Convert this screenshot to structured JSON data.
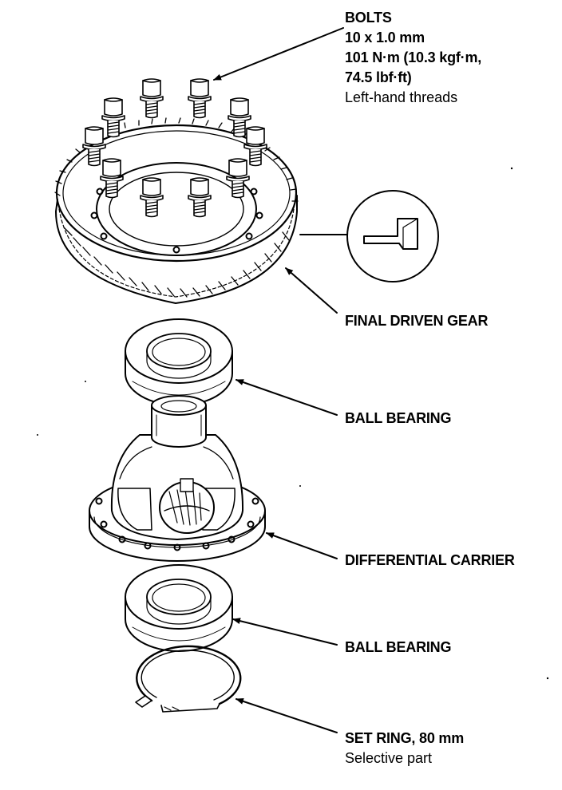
{
  "labels": {
    "bolts": {
      "title": "BOLTS",
      "size": "10 x 1.0 mm",
      "torque_1": "101 N·m (10.3 kgf·m,",
      "torque_2": "74.5 lbf·ft)",
      "note": "Left-hand threads"
    },
    "final_driven_gear": "FINAL DRIVEN GEAR",
    "ball_bearing_upper": "BALL BEARING",
    "differential_carrier": "DIFFERENTIAL CARRIER",
    "ball_bearing_lower": "BALL BEARING",
    "set_ring": {
      "title": "SET RING, 80 mm",
      "note": "Selective part"
    }
  }
}
